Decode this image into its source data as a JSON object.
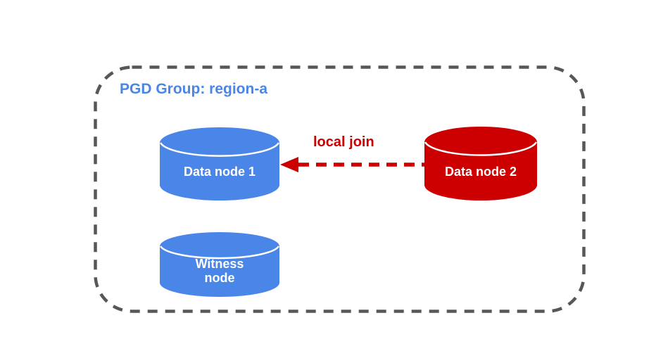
{
  "diagram": {
    "background": "#ffffff"
  },
  "group": {
    "title": "PGD Group: region-a",
    "title_color": "#4a86e8",
    "border_color": "#575757",
    "border_style": "dashed"
  },
  "nodes": [
    {
      "id": "data-node-1",
      "label": "Data node 1",
      "shape": "cylinder",
      "color": "#4a86e8",
      "text_color": "#ffffff"
    },
    {
      "id": "data-node-2",
      "label": "Data node 2",
      "shape": "cylinder",
      "color": "#cc0000",
      "text_color": "#ffffff"
    },
    {
      "id": "witness-node",
      "label": "Witness\nnode",
      "shape": "cylinder",
      "color": "#4a86e8",
      "text_color": "#ffffff"
    }
  ],
  "arrow": {
    "label": "local join",
    "color": "#cc0000",
    "style": "dashed",
    "from": "data-node-2",
    "to": "data-node-1"
  }
}
